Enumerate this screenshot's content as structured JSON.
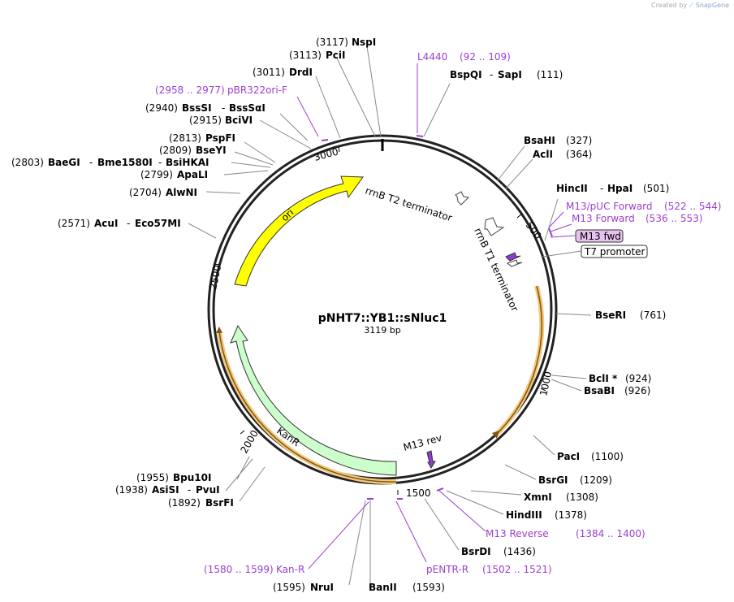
{
  "credit": {
    "prefix": "Created by",
    "brand": "SnapGene"
  },
  "plasmid": {
    "name": "pNHT7::YB1::sNluc1",
    "length": "3119 bp"
  },
  "ticks": {
    "t500": "500",
    "t1000": "1000",
    "t1500": "1500",
    "t2000": "2000",
    "t2500": "2500",
    "t3000": "3000"
  },
  "sites": {
    "nspi": {
      "pos": "(3117)",
      "name": "NspI"
    },
    "pcii": {
      "pos": "(3113)",
      "name": "PciI"
    },
    "drdi": {
      "pos": "(3011)",
      "name": "DrdI"
    },
    "bsssi": {
      "pos": "(2940)",
      "name": "BssSI",
      "name2": "BssSαI"
    },
    "bcivi": {
      "pos": "(2915)",
      "name": "BciVI"
    },
    "pspfi": {
      "pos": "(2813)",
      "name": "PspFI"
    },
    "bseyi": {
      "pos": "(2809)",
      "name": "BseYI"
    },
    "baegi": {
      "pos": "(2803)",
      "name": "BaeGI",
      "name2": "Bme1580I",
      "name3": "BsiHKAI"
    },
    "apali": {
      "pos": "(2799)",
      "name": "ApaLI"
    },
    "alwni": {
      "pos": "(2704)",
      "name": "AlwNI"
    },
    "acui": {
      "pos": "(2571)",
      "name": "AcuI",
      "name2": "Eco57MI"
    },
    "bspqi": {
      "pos": "(111)",
      "name": "BspQI",
      "name2": "SapI"
    },
    "bsahi": {
      "pos": "(327)",
      "name": "BsaHI"
    },
    "acli": {
      "pos": "(364)",
      "name": "AclI"
    },
    "hincii": {
      "pos": "(501)",
      "name": "HincII",
      "name2": "HpaI"
    },
    "bseri": {
      "pos": "(761)",
      "name": "BseRI"
    },
    "bcli": {
      "pos": "(924)",
      "name": "BclI *"
    },
    "bsabi": {
      "pos": "(926)",
      "name": "BsaBI"
    },
    "paci": {
      "pos": "(1100)",
      "name": "PacI"
    },
    "bsrgi": {
      "pos": "(1209)",
      "name": "BsrGI"
    },
    "xmni": {
      "pos": "(1308)",
      "name": "XmnI"
    },
    "hindiii": {
      "pos": "(1378)",
      "name": "HindIII"
    },
    "bsrdi": {
      "pos": "(1436)",
      "name": "BsrDI"
    },
    "banii": {
      "pos": "(1593)",
      "name": "BanII"
    },
    "nrui": {
      "pos": "(1595)",
      "name": "NruI"
    },
    "bpu10i": {
      "pos": "(1955)",
      "name": "Bpu10I"
    },
    "asisi": {
      "pos": "(1938)",
      "name": "AsiSI",
      "name2": "PvuI"
    },
    "bsrfi": {
      "pos": "(1892)",
      "name": "BsrFI"
    }
  },
  "primers": {
    "l4440": {
      "name": "L4440",
      "range": "(92 .. 109)"
    },
    "pbr322": {
      "name": "pBR322ori-F",
      "range": "(2958 .. 2977)"
    },
    "m13puc": {
      "name": "M13/pUC Forward",
      "range": "(522 .. 544)"
    },
    "m13fwd": {
      "name": "M13 Forward",
      "range": "(536 .. 553)"
    },
    "m13rev": {
      "name": "M13 Reverse",
      "range": "(1384 .. 1400)"
    },
    "pentr": {
      "name": "pENTR-R",
      "range": "(1502 .. 1521)"
    },
    "kanr": {
      "name": "Kan-R",
      "range": "(1580 .. 1599)"
    }
  },
  "features": {
    "ori": "ori",
    "kanr": "KanR",
    "rrnbt2": "rrnB T2 terminator",
    "rrnbt1": "rrnB T1 terminator",
    "m13rev": "M13 rev",
    "m13fwd_box": "M13 fwd",
    "t7_box": "T7 promoter"
  },
  "colors": {
    "ori": "#ffff00",
    "kanr": "#ccffcc",
    "orf": "#f5c77e",
    "primer": "#9b3fd0",
    "m13fwd_box": "#e8c3f0"
  }
}
